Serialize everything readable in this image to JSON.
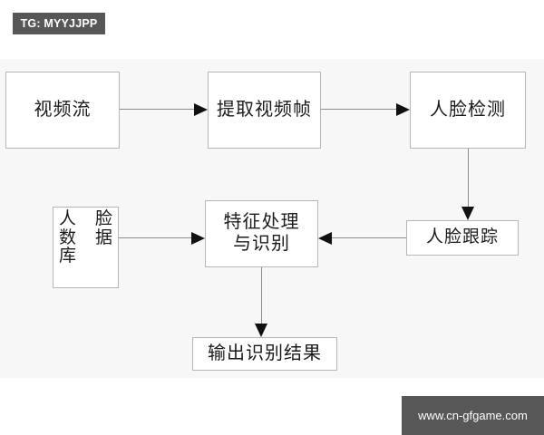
{
  "watermarks": {
    "top_badge": "TG: MYYJJPP",
    "bottom_site": "www.cn-gfgame.com"
  },
  "diagram": {
    "title": "",
    "type": "flowchart",
    "nodes": [
      {
        "id": "video-stream",
        "label": "视频流",
        "shape": "rect"
      },
      {
        "id": "extract-frame",
        "label": "提取视频帧",
        "shape": "rect"
      },
      {
        "id": "face-detect",
        "label": "人脸检测",
        "shape": "rect"
      },
      {
        "id": "face-track",
        "label": "人脸跟踪",
        "shape": "rect"
      },
      {
        "id": "feature",
        "label": "特征处理\n与识别",
        "shape": "rect"
      },
      {
        "id": "face-db",
        "label": "人脸数据库",
        "shape": "rect",
        "vertical_columns": {
          "right": "脸据",
          "left": "人数库"
        }
      },
      {
        "id": "output",
        "label": "输出识别结果",
        "shape": "rect"
      }
    ],
    "edges": [
      {
        "from": "video-stream",
        "to": "extract-frame",
        "direction": "right"
      },
      {
        "from": "extract-frame",
        "to": "face-detect",
        "direction": "right"
      },
      {
        "from": "face-detect",
        "to": "face-track",
        "direction": "down"
      },
      {
        "from": "face-track",
        "to": "feature",
        "direction": "left"
      },
      {
        "from": "face-db",
        "to": "feature",
        "direction": "right"
      },
      {
        "from": "feature",
        "to": "output",
        "direction": "down"
      }
    ],
    "colors": {
      "node_border": "#b6b6b6",
      "node_fill": "#ffffff",
      "line": "#8d8d8d",
      "arrow": "#111111",
      "canvas_bg": "#f7f7f7",
      "page_bg": "#ffffff",
      "watermark_bg": "#575757",
      "watermark_text": "#ffffff"
    }
  }
}
